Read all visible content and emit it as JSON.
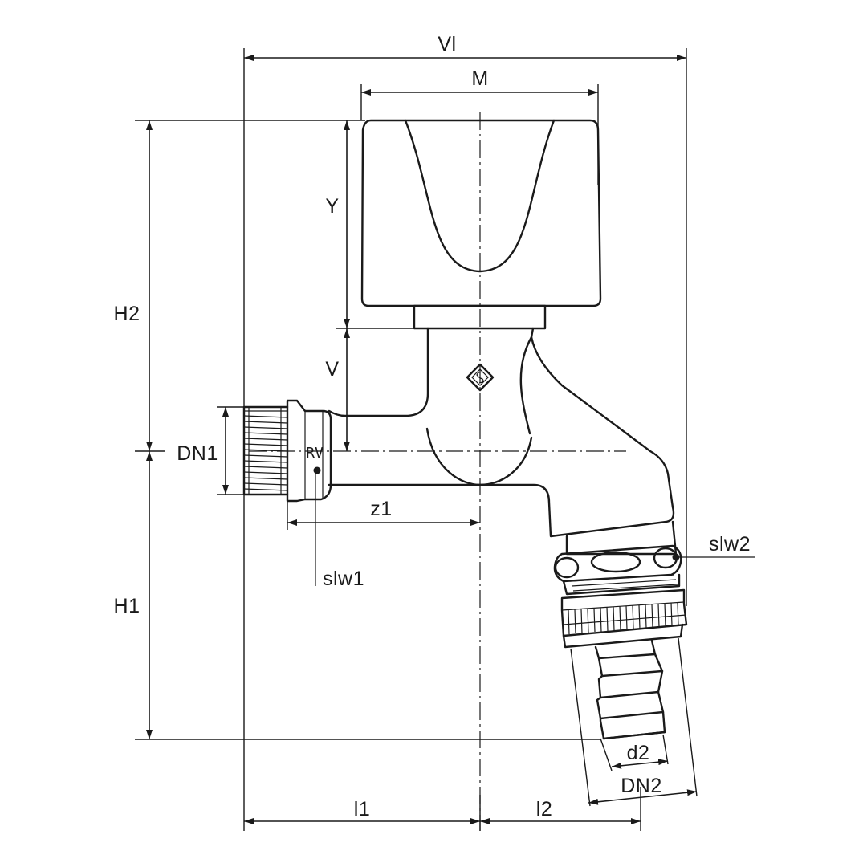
{
  "labels": {
    "vl": "Vl",
    "m": "M",
    "y": "Y",
    "h2": "H2",
    "v": "V",
    "dn1": "DN1",
    "z1": "z1",
    "slw1": "slw1",
    "h1": "H1",
    "slw2": "slw2",
    "d2": "d2",
    "dn2": "DN2",
    "l1": "l1",
    "l2": "l2",
    "rv_mark": "RV"
  },
  "colors": {
    "line": "#1a1a1a",
    "background": "#ffffff"
  }
}
